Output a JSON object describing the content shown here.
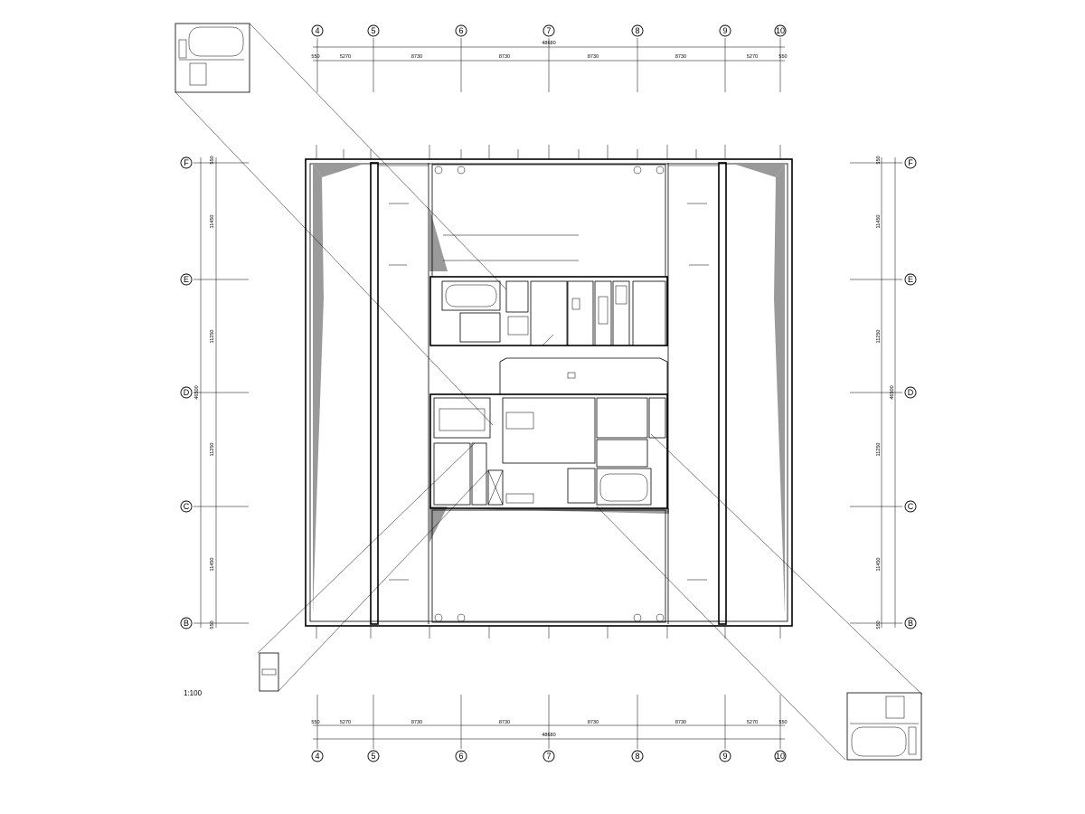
{
  "drawing": {
    "scale_label": "1:100",
    "line_color": "#000000",
    "shade_color": "#9a9a9a"
  },
  "grid": {
    "columns": [
      "4",
      "5",
      "6",
      "7",
      "8",
      "9",
      "10"
    ],
    "rows": [
      "F",
      "E",
      "D",
      "C",
      "B"
    ],
    "top_dims": [
      "550",
      "5270",
      "8730",
      "8730",
      "8730",
      "8730",
      "5270",
      "550"
    ],
    "top_total": "48680",
    "bottom_dims": [
      "550",
      "5270",
      "8730",
      "8730",
      "8730",
      "8730",
      "5270",
      "550"
    ],
    "bottom_total": "48680",
    "side_dims": [
      "550",
      "11450",
      "11250",
      "11250",
      "11450",
      "550"
    ],
    "side_total": "46500"
  }
}
